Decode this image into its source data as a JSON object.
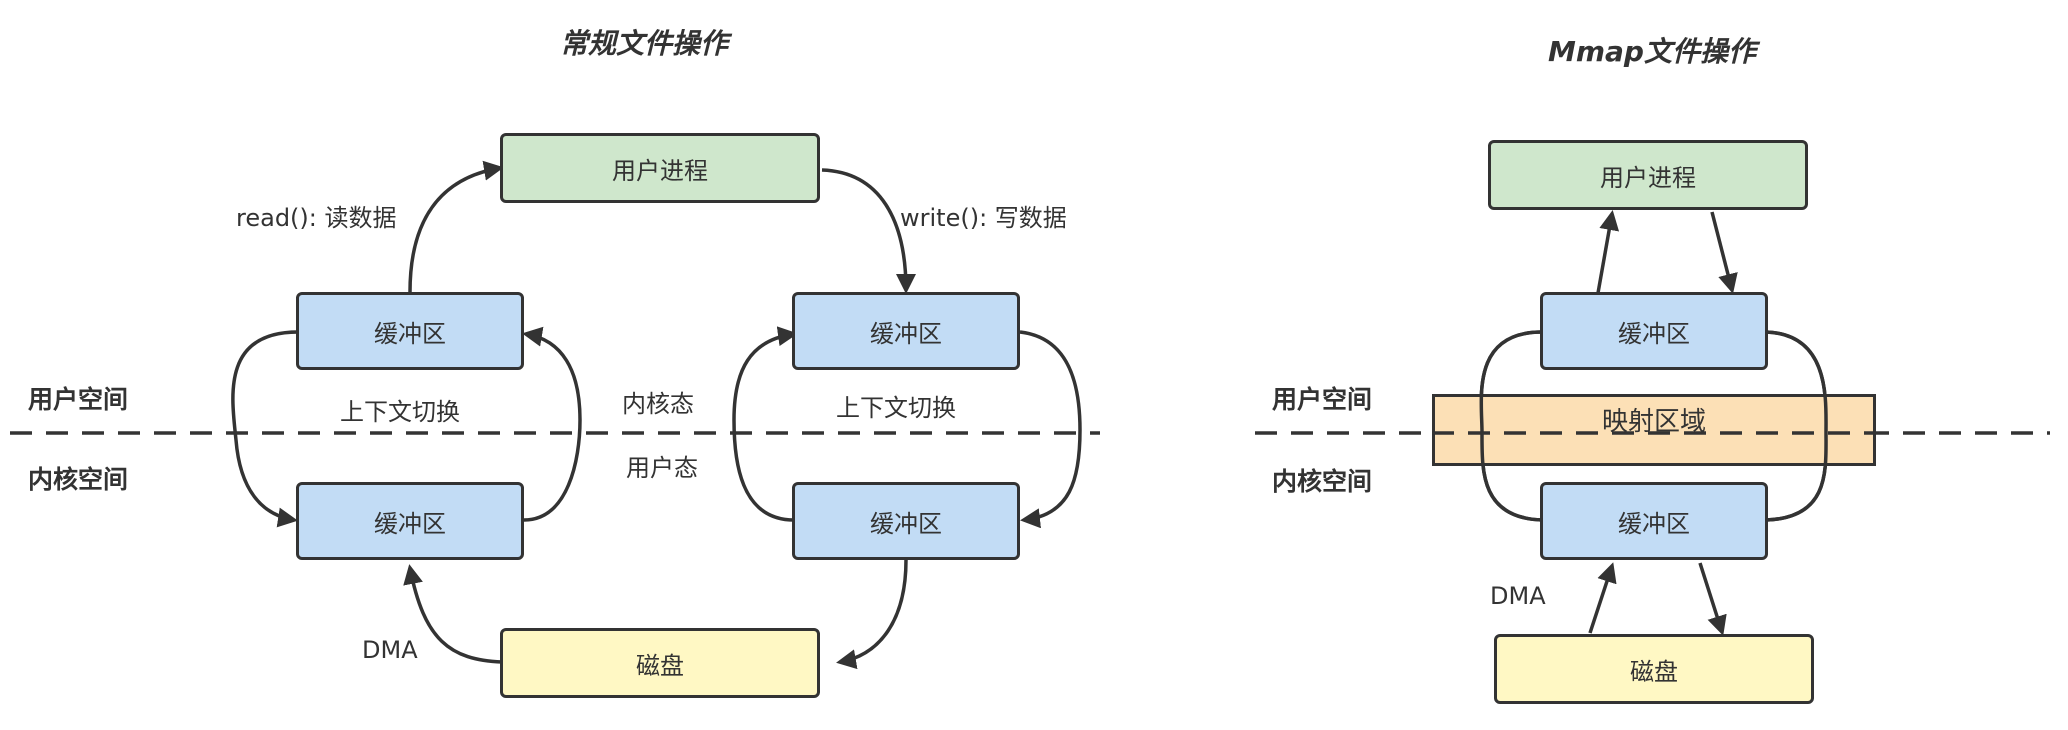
{
  "colors": {
    "user_process": "#cfe7cc",
    "buffer": "#c2dcf5",
    "disk": "#fff8c4",
    "mapped_region": "#fce0b6",
    "stroke": "#333333",
    "text": "#333333"
  },
  "left": {
    "title": "常规文件操作",
    "user_process": "用户进程",
    "buffer": "缓冲区",
    "disk": "磁盘",
    "read_label": "read(): 读数据",
    "write_label": "write(): 写数据",
    "context_switch": "上下文切换",
    "kernel_mode": "内核态",
    "user_mode": "用户态",
    "dma": "DMA",
    "user_space": "用户空间",
    "kernel_space": "内核空间"
  },
  "right": {
    "title": "Mmap文件操作",
    "user_process": "用户进程",
    "buffer": "缓冲区",
    "mapped_region": "映射区域",
    "disk": "磁盘",
    "dma": "DMA",
    "user_space": "用户空间",
    "kernel_space": "内核空间"
  }
}
